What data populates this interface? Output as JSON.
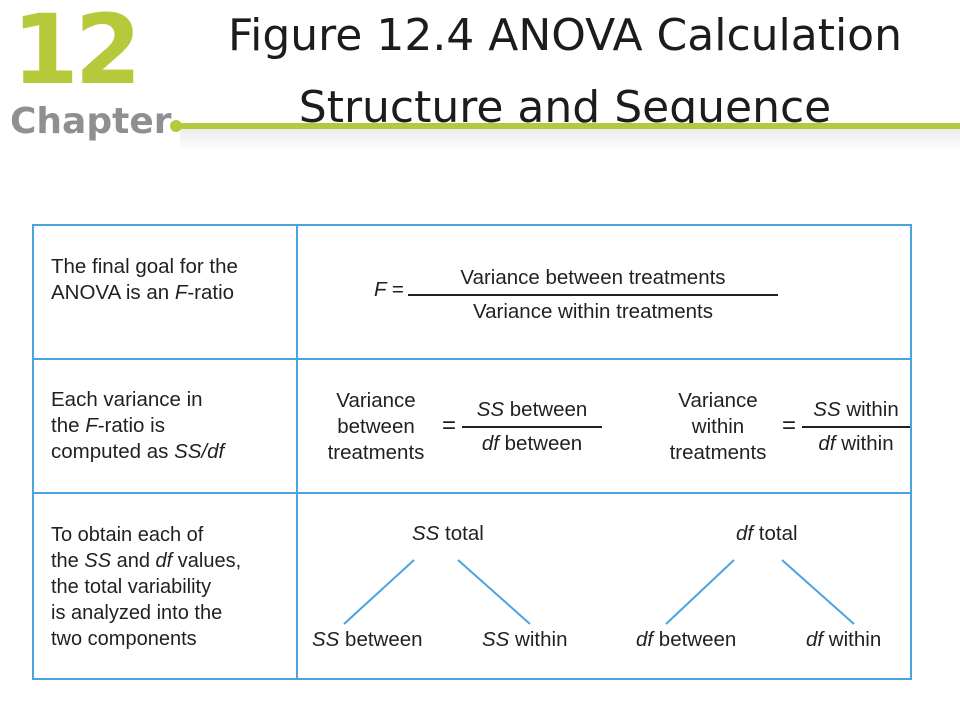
{
  "header": {
    "chapter_number": "12",
    "chapter_word": "Chapter",
    "title_line1": "Figure 12.4  ANOVA  Calculation",
    "title_line2": "Structure and Sequence"
  },
  "colors": {
    "accent_green": "#b6c93a",
    "chapter_gray": "#8e8f91",
    "table_border_blue": "#4aa3df"
  },
  "rows": {
    "r1": {
      "left_line1": "The final goal for the",
      "left_line2_pre": "ANOVA is an ",
      "left_line2_italic": "F",
      "left_line2_post": "-ratio",
      "F_symbol": "F",
      "equals": "=",
      "numerator": "Variance between treatments",
      "denominator": "Variance within treatments"
    },
    "r2": {
      "left_line1": "Each variance in",
      "left_line2_pre": "the ",
      "left_line2_italic": "F",
      "left_line2_post": "-ratio is",
      "left_line3_pre": "computed as ",
      "left_line3_italic": "SS/df",
      "between_label": [
        "Variance",
        "between",
        "treatments"
      ],
      "within_label": [
        "Variance",
        "within",
        "treatments"
      ],
      "equals": "=",
      "ss": "SS",
      "df": "df",
      "between": " between",
      "within": " within"
    },
    "r3": {
      "left_lines": [
        "To obtain each of",
        "the ",
        "the total variability",
        "is analyzed into the",
        "two components"
      ],
      "left_line2_ss": "SS",
      "left_line2_and": " and ",
      "left_line2_df": "df",
      "left_line2_post": " values,",
      "ss_total_italic": "SS",
      "total": " total",
      "df_total_italic": "df",
      "ss_between_italic": "SS",
      "between": " between",
      "ss_within_italic": "SS",
      "within": " within",
      "df_between_italic": "df",
      "df_within_italic": "df"
    }
  }
}
